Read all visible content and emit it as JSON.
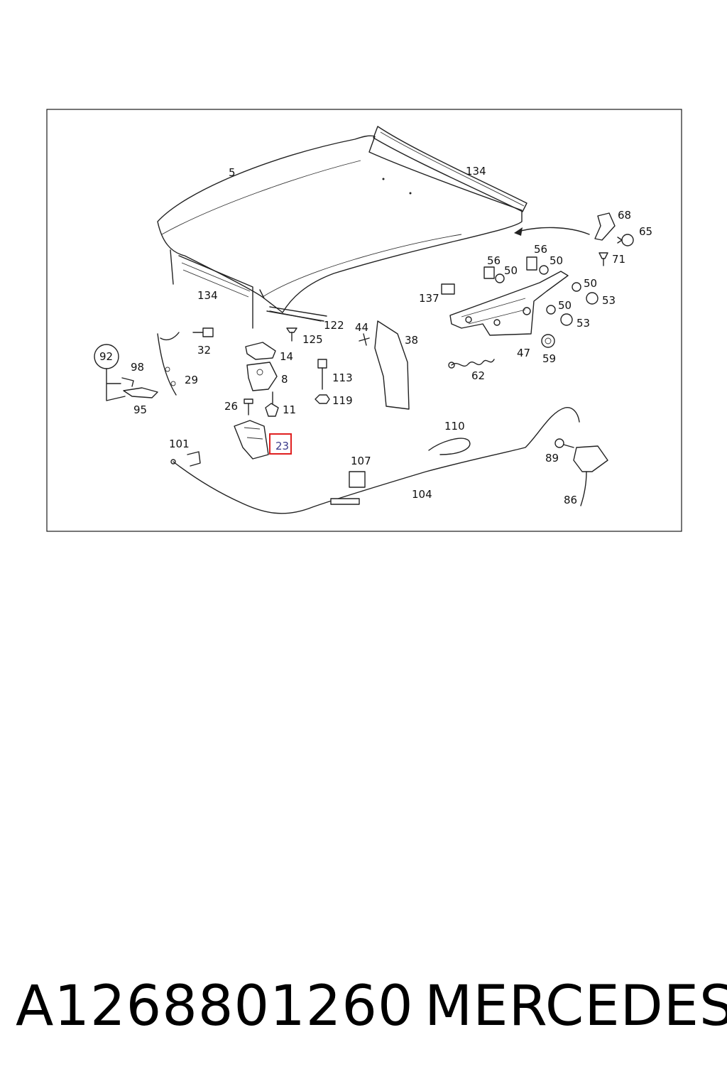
{
  "labels": {
    "l5": "5",
    "l134a": "134",
    "l134b": "134",
    "l68": "68",
    "l65": "65",
    "l71": "71",
    "l56a": "56",
    "l56b": "56",
    "l50a": "50",
    "l50b": "50",
    "l50c": "50",
    "l50d": "50",
    "l53a": "53",
    "l53b": "53",
    "l137": "137",
    "l122": "122",
    "l125": "125",
    "l44": "44",
    "l38": "38",
    "l47": "47",
    "l59": "59",
    "l62": "62",
    "l92": "92",
    "l98": "98",
    "l95": "95",
    "l32": "32",
    "l29": "29",
    "l14": "14",
    "l8": "8",
    "l113": "113",
    "l119": "119",
    "l26": "26",
    "l11": "11",
    "l23": "23",
    "l101": "101",
    "l110": "110",
    "l107": "107",
    "l104": "104",
    "l89": "89",
    "l86": "86"
  },
  "highlighted_callout": "23",
  "footer": {
    "part_number": "A1268801260",
    "brand": "MERCEDES"
  }
}
